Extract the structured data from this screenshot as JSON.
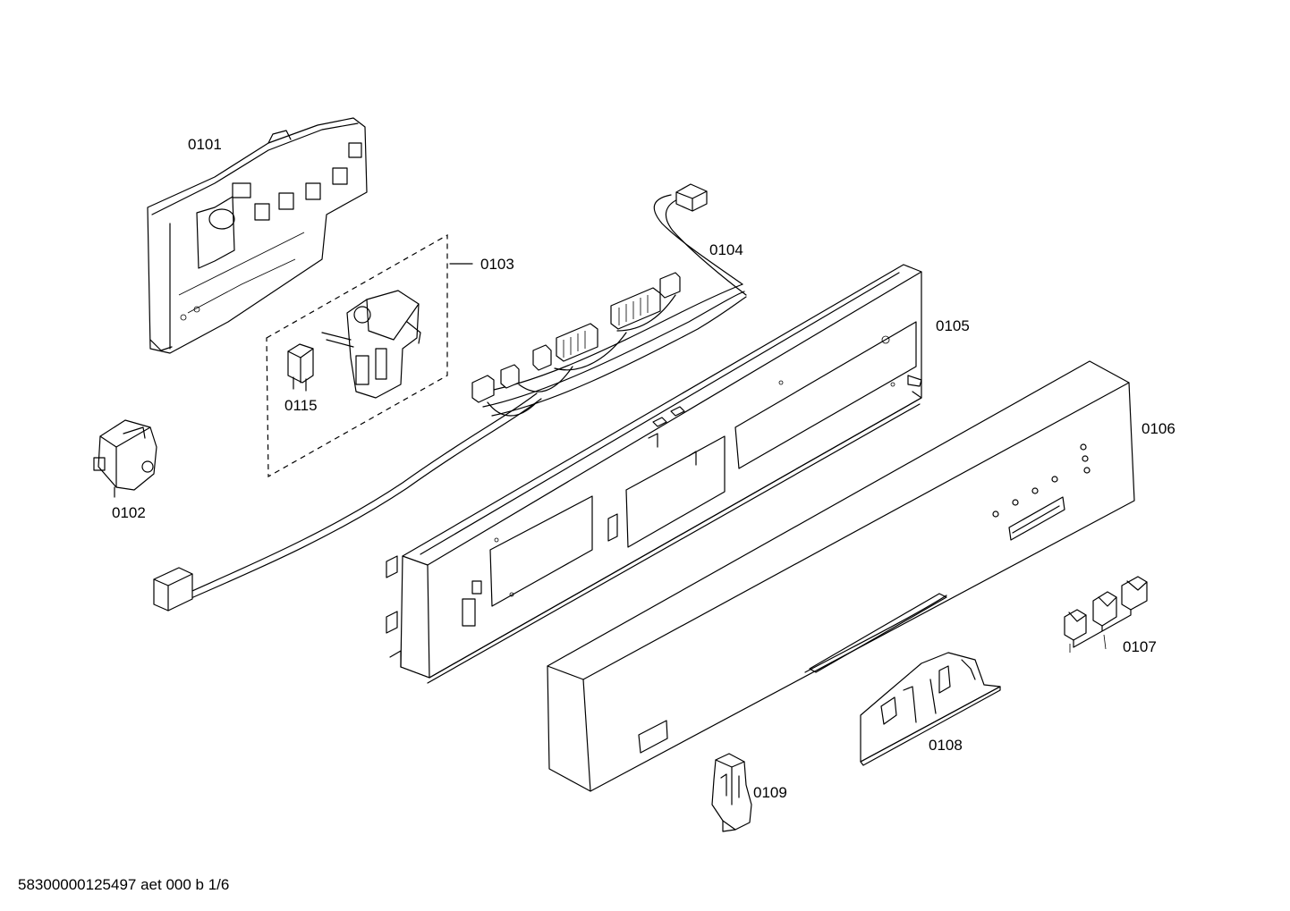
{
  "parts": [
    {
      "id": "p0101",
      "label": "0101"
    },
    {
      "id": "p0102",
      "label": "0102"
    },
    {
      "id": "p0103",
      "label": "0103"
    },
    {
      "id": "p0104",
      "label": "0104"
    },
    {
      "id": "p0105",
      "label": "0105"
    },
    {
      "id": "p0106",
      "label": "0106"
    },
    {
      "id": "p0107",
      "label": "0107"
    },
    {
      "id": "p0108",
      "label": "0108"
    },
    {
      "id": "p0109",
      "label": "0109"
    },
    {
      "id": "p0115",
      "label": "0115"
    }
  ],
  "footer": {
    "text": "58300000125497 aet 000 b 1/6"
  }
}
